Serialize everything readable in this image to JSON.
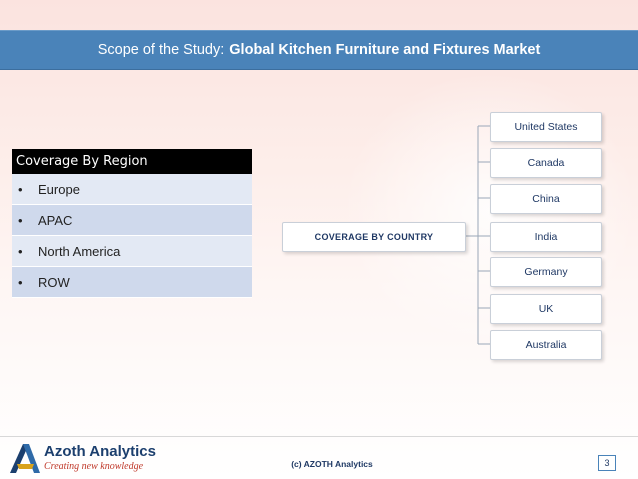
{
  "header": {
    "prefix": "Scope of the Study:",
    "title": "Global Kitchen Furniture and Fixtures Market"
  },
  "region": {
    "title": "Coverage By Region",
    "items": [
      "Europe",
      "APAC",
      "North America",
      "ROW"
    ],
    "bullet": "•"
  },
  "country": {
    "center_label": "COVERAGE BY COUNTRY",
    "items": [
      "United States",
      "Canada",
      "China",
      "India",
      "Germany",
      "UK",
      "Australia"
    ]
  },
  "footer": {
    "brand": "Azoth Analytics",
    "tagline": "Creating new knowledge",
    "copyright": "(c) AZOTH Analytics",
    "page": "3"
  },
  "colors": {
    "header_bg": "#4a83b9",
    "text_navy": "#1f3864",
    "logo_red": "#c0392b"
  }
}
